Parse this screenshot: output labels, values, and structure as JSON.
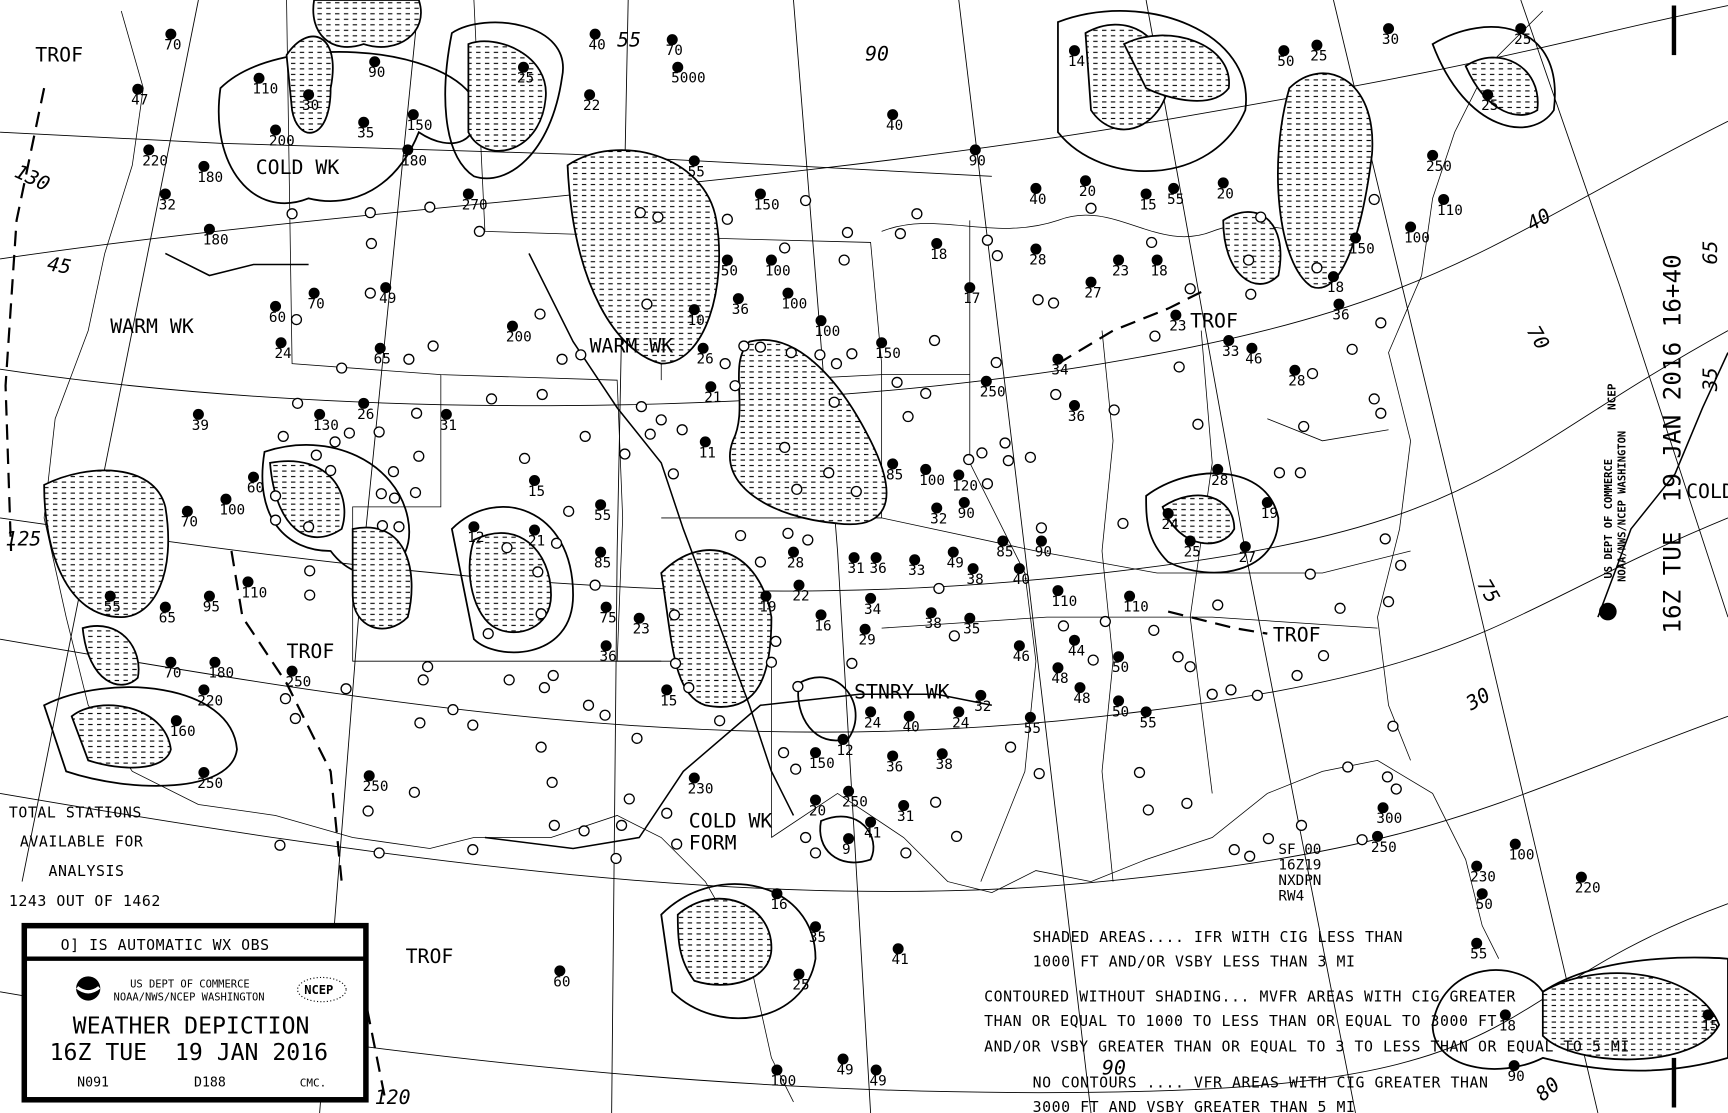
{
  "chart_title": {
    "product": "WEATHER DEPICTION",
    "valid_time": "16Z TUE  19 JAN 2016",
    "agency_line1": "US DEPT OF COMMERCE",
    "agency_line2": "NOAA/NWS/NCEP WASHINGTON",
    "ncep_logo": "NCEP",
    "noaa_logo": "NOAA",
    "code_left": "N091",
    "code_mid": "D188",
    "code_right": "CMC."
  },
  "legend": {
    "automatic_obs": "O] IS AUTOMATIC WX OBS"
  },
  "side_header": {
    "valid": "16Z TUE  19 JAN 2016 16+40",
    "agency_line1": "US DEPT OF COMMERCE",
    "agency_line2": "NOAA/NWS/NCEP WASHINGTON",
    "ncep_logo": "NCEP"
  },
  "station_count": {
    "line1": "TOTAL STATIONS",
    "line2": "AVAILABLE FOR",
    "line3": "ANALYSIS",
    "line4": "1243 OUT OF 1462"
  },
  "product_code": [
    "SF 00",
    "16Z19",
    "NXDPN",
    "RW4"
  ],
  "notes": [
    "SHADED AREAS.... IFR WITH CIG LESS THAN",
    "1000 FT AND/OR VSBY LESS THAN 3 MI",
    "CONTOURED WITHOUT SHADING... MVFR AREAS WITH CIG GREATER",
    "THAN OR EQUAL TO 1000 TO LESS THAN OR EQUAL TO 3000 FT",
    "AND/OR VSBY GREATER THAN OR EQUAL TO 3 TO LESS THAN OR EQUAL TO 5 MI",
    "NO CONTOURS .... VFR AREAS WITH CIG GREATER THAN",
    "3000 FT AND VSBY GREATER THAN 5 MI"
  ],
  "feature_labels": [
    "TROF",
    "COLD WK",
    "WARM WK",
    "WARM WK",
    "TROF",
    "STNRY WK",
    "COLD WK",
    "FORM",
    "TROF",
    "TROF",
    "TROF",
    "COLD"
  ],
  "grid_labels": [
    "130",
    "45",
    "125",
    "120",
    "40",
    "70",
    "75",
    "30",
    "55",
    "90",
    "65",
    "35",
    "80",
    "90"
  ],
  "stations": [
    "70",
    "47",
    "220",
    "180",
    "32",
    "180",
    "200",
    "110",
    "30",
    "35",
    "180",
    "150",
    "270",
    "90",
    "40",
    "70",
    "5000",
    "22",
    "25",
    "55",
    "150",
    "50",
    "100",
    "100",
    "100",
    "150",
    "40",
    "90",
    "40",
    "20",
    "14",
    "15",
    "55",
    "20",
    "25",
    "50",
    "30",
    "25",
    "25",
    "250",
    "110",
    "100",
    "150",
    "18",
    "36",
    "33",
    "46",
    "28",
    "23",
    "18",
    "23",
    "27",
    "34",
    "36",
    "250",
    "18",
    "17",
    "28",
    "28",
    "19",
    "24",
    "25",
    "27",
    "110",
    "110",
    "44",
    "48",
    "48",
    "50",
    "50",
    "55",
    "55",
    "46",
    "85",
    "90",
    "40",
    "120",
    "90",
    "100",
    "32",
    "85",
    "49",
    "38",
    "35",
    "38",
    "33",
    "36",
    "31",
    "28",
    "22",
    "16",
    "19",
    "29",
    "34",
    "40",
    "32",
    "24",
    "24",
    "12",
    "150",
    "36",
    "38",
    "31",
    "250",
    "20",
    "41",
    "9",
    "16",
    "35",
    "25",
    "41",
    "49",
    "49",
    "100",
    "230",
    "15",
    "36",
    "23",
    "75",
    "85",
    "55",
    "11",
    "21",
    "26",
    "10",
    "36",
    "200",
    "15",
    "21",
    "12",
    "31",
    "26",
    "130",
    "65",
    "49",
    "70",
    "24",
    "60",
    "39",
    "100",
    "60",
    "70",
    "110",
    "95",
    "65",
    "55",
    "70",
    "180",
    "220",
    "160",
    "250",
    "250",
    "250",
    "60",
    "250",
    "300",
    "230",
    "50",
    "100",
    "220",
    "55",
    "90",
    "15",
    "18"
  ]
}
